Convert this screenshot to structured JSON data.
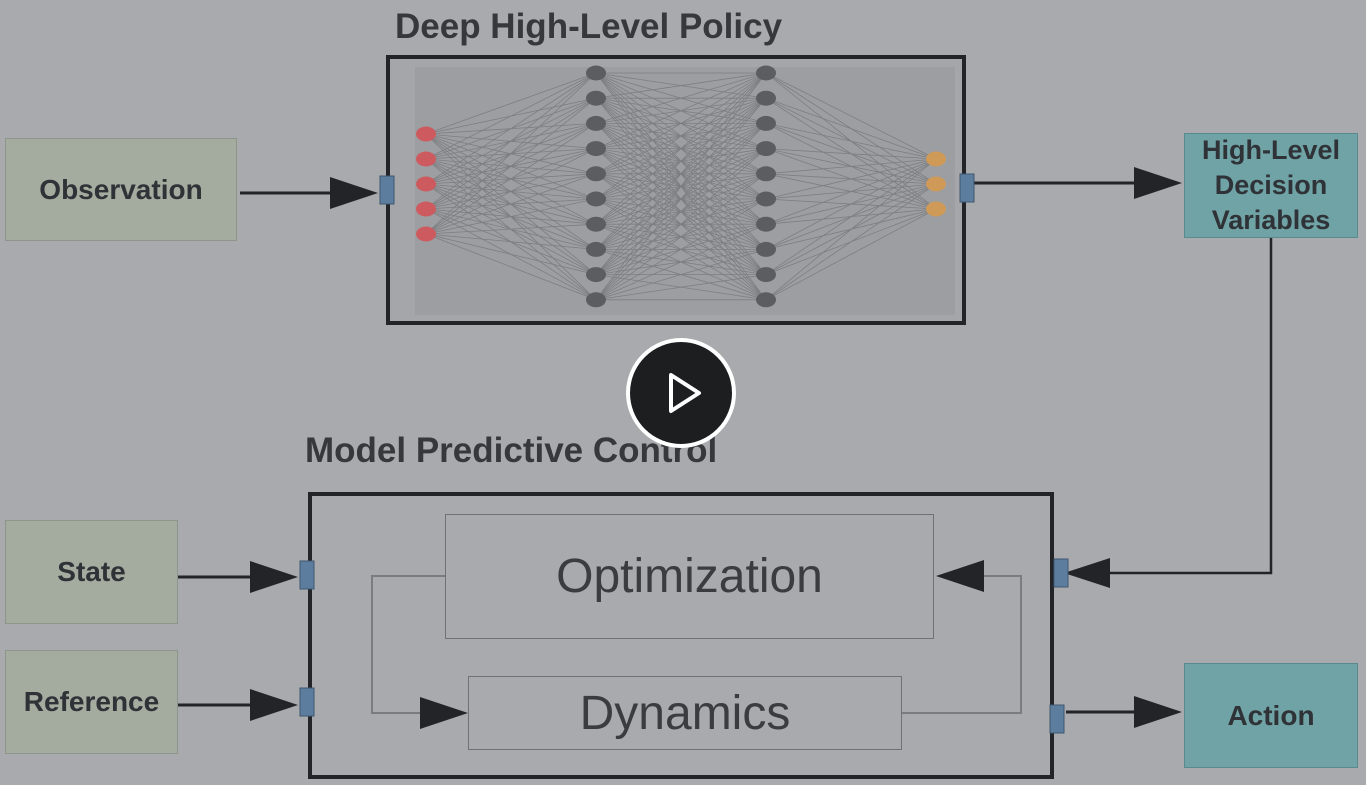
{
  "policy": {
    "title": "Deep High-Level Policy",
    "layers": [
      5,
      10,
      10,
      3
    ],
    "input_color": "#cd5a5f",
    "hidden_color": "#5b5d60",
    "output_color": "#cf9a58"
  },
  "mpc": {
    "title": "Model Predictive Control",
    "optimization_label": "Optimization",
    "dynamics_label": "Dynamics"
  },
  "inputs": {
    "observation": "Observation",
    "state": "State",
    "reference": "Reference"
  },
  "outputs": {
    "decision_lines": [
      "High-Level",
      "Decision",
      "Variables"
    ],
    "action": "Action"
  },
  "colors": {
    "input_box": "#a4ab9f",
    "output_box": "#6fa3a6",
    "port": "#5c7d9e",
    "background": "#a9aaad"
  },
  "overlay": {
    "play_icon": "play-icon"
  }
}
